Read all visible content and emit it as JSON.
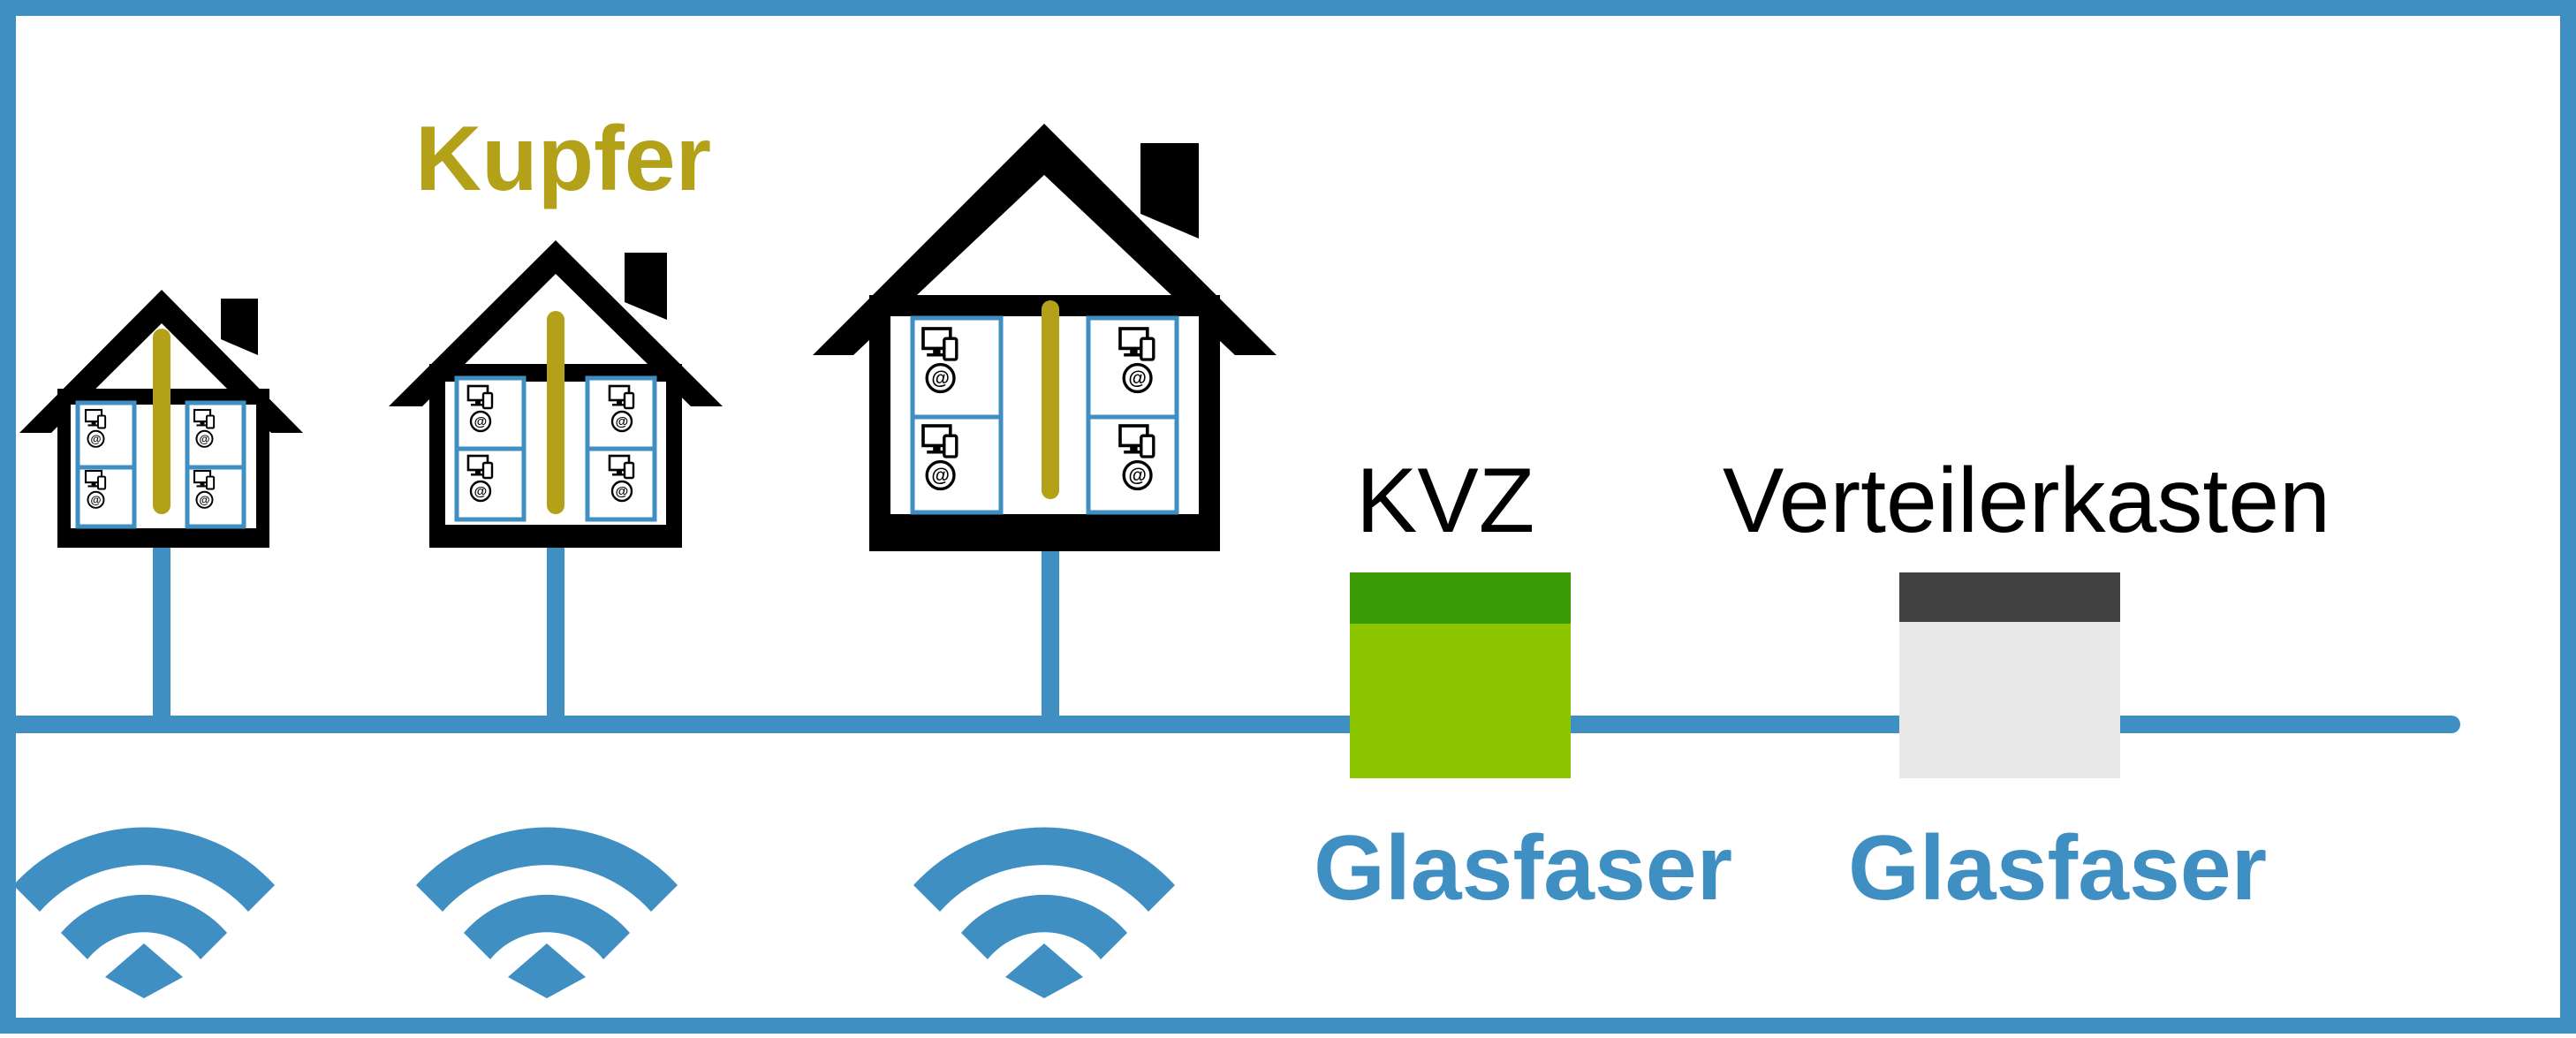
{
  "labels": {
    "copper": "Kupfer",
    "kvz": "KVZ",
    "distribution_box": "Verteilerkasten",
    "fiber_1": "Glasfaser",
    "fiber_2": "Glasfaser"
  },
  "colors": {
    "fiber": "#3f8fc3",
    "copper": "#b3a11a",
    "house": "#000000",
    "kvz_top": "#3a9a06",
    "kvz_body": "#8cc600",
    "box_top": "#404040",
    "box_body": "#e8e8e8",
    "background": "#ffffff"
  },
  "houses": [
    {
      "name": "house-small",
      "apartments": 4,
      "device_icons": [
        "computer-phone-icon",
        "at-sign-icon"
      ]
    },
    {
      "name": "house-medium",
      "apartments": 4,
      "device_icons": [
        "computer-phone-icon",
        "at-sign-icon"
      ]
    },
    {
      "name": "house-large",
      "apartments": 4,
      "device_icons": [
        "computer-phone-icon",
        "at-sign-icon"
      ]
    }
  ],
  "wifi_icons": [
    "wifi-icon",
    "wifi-icon",
    "wifi-icon"
  ]
}
